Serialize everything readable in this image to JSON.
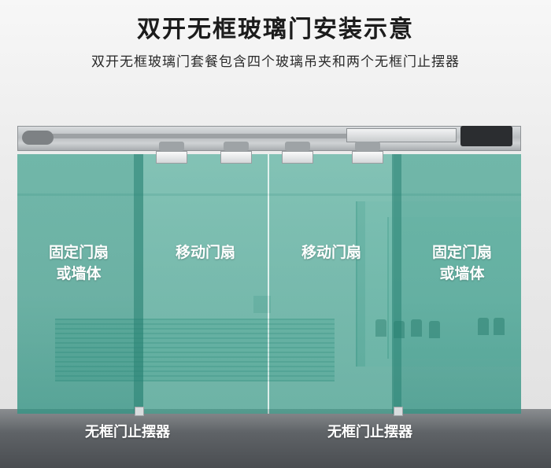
{
  "header": {
    "title": "双开无框玻璃门安装示意",
    "subtitle": "双开无框玻璃门套餐包含四个玻璃吊夹和两个无框门止摆器"
  },
  "panels": [
    {
      "line1": "固定门扇",
      "line2": "或墙体"
    },
    {
      "line1": "移动门扇",
      "line2": ""
    },
    {
      "line1": "移动门扇",
      "line2": ""
    },
    {
      "line1": "固定门扇",
      "line2": "或墙体"
    }
  ],
  "floor_labels": [
    "无框门止摆器",
    "无框门止摆器"
  ],
  "colors": {
    "glass": "#4ea896",
    "text": "#1c1c1c",
    "floor": "#5f6367"
  }
}
